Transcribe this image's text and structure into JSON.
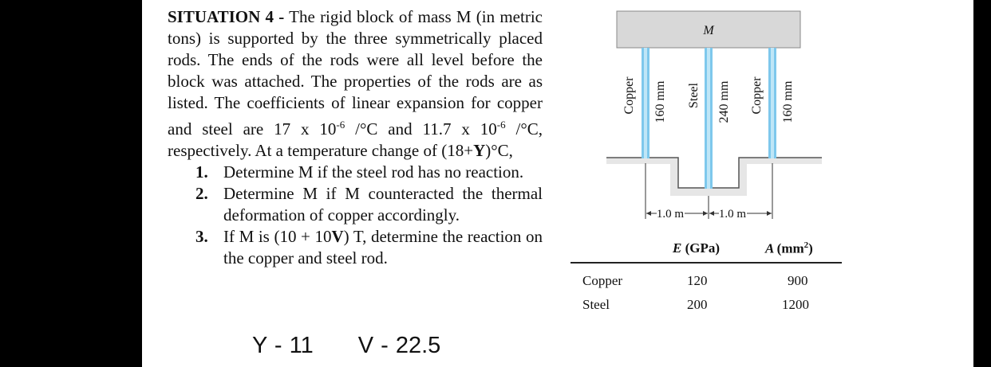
{
  "problem": {
    "heading": "SITUATION 4 -",
    "intro": "The rigid block of mass M (in metric tons) is supported by the three symmetrically placed rods. The ends of the rods were all level before the block was attached. The properties of the rods are as listed. The coefficients of linear expansion for copper and steel are 17 x 10",
    "exp1": "-6",
    "intro_mid": " /°C and 11.7 x 10",
    "exp2": "-6",
    "intro_tail": " /°C, respectively. At a temperature change of (18+",
    "y_var": "Y",
    "intro_end": ")°C,",
    "questions": [
      {
        "num": "1.",
        "text": "Determine M if the steel rod has no reaction."
      },
      {
        "num": "2.",
        "text": "Determine M if M counteracted the thermal deformation of copper accordingly."
      },
      {
        "num": "3.",
        "text_a": "If M is (10 + 10",
        "text_var": "V",
        "text_b": ") T, determine the reaction on the copper and steel rod."
      }
    ]
  },
  "given": {
    "y_value": "Y - 11",
    "v_value": "V - 22.5"
  },
  "figure": {
    "block_label": "M",
    "rods": [
      {
        "material": "Copper",
        "length": "160 mm"
      },
      {
        "material": "Steel",
        "length": "240 mm"
      },
      {
        "material": "Copper",
        "length": "160 mm"
      }
    ],
    "spacing_left": "1.0 m",
    "spacing_right": "1.0 m",
    "colors": {
      "block": "#d8d8d8",
      "rod": "#7ec8ec",
      "rod_core": "#bfe6f7",
      "ground": "#e6e6e6"
    }
  },
  "properties": {
    "header_e": "E",
    "header_e_unit": "(GPa)",
    "header_a": "A",
    "header_a_unit": "(mm",
    "header_a_sup": "2",
    "header_a_close": ")",
    "rows": [
      {
        "material": "Copper",
        "e": "120",
        "a": "900"
      },
      {
        "material": "Steel",
        "e": "200",
        "a": "1200"
      }
    ]
  }
}
